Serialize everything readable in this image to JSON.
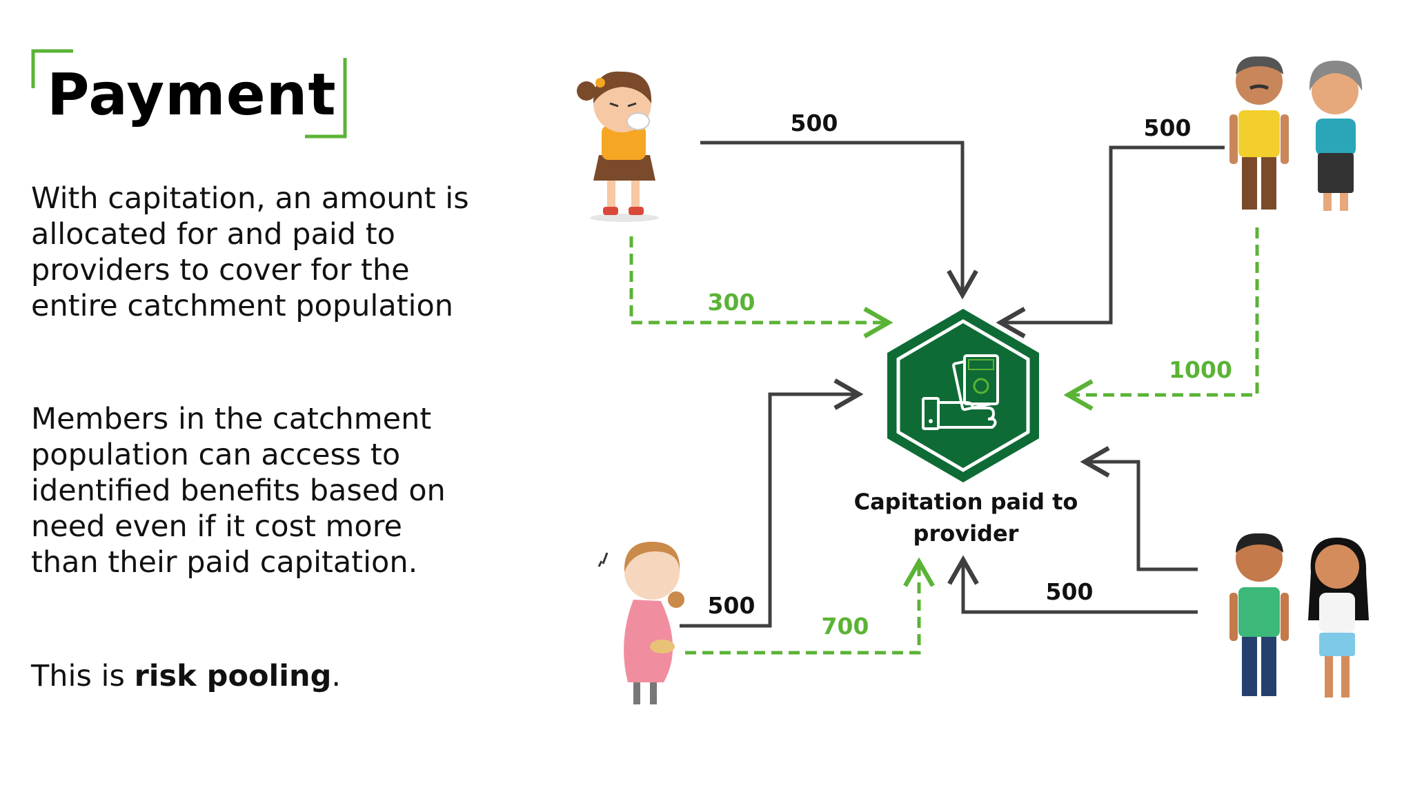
{
  "slide": {
    "title": "Payment",
    "paragraph1": "With capitation, an amount is allocated for and paid to providers to cover for the entire catchment population",
    "paragraph2": "Members in the catchment population can access to identified benefits based on need even if it cost more than their paid capitation.",
    "paragraph3_prefix": "This is ",
    "paragraph3_bold": "risk pooling",
    "paragraph3_suffix": "."
  },
  "diagram": {
    "center_caption": "Capitation paid to provider",
    "center_icon": "money-hand-icon",
    "payments": {
      "girl_paid": "500",
      "girl_cost": "300",
      "elderly_paid": "500",
      "elderly_cost": "1000",
      "pregnant_paid": "500",
      "pregnant_cost": "700",
      "young_couple_paid": "500"
    },
    "people": [
      "sick-girl-figure",
      "elderly-couple-figure",
      "pregnant-woman-figure",
      "young-couple-figure"
    ]
  },
  "colors": {
    "accent_green": "#5bb336",
    "dark_green": "#0f6b35",
    "arrow_dark": "#3f3f3f"
  }
}
